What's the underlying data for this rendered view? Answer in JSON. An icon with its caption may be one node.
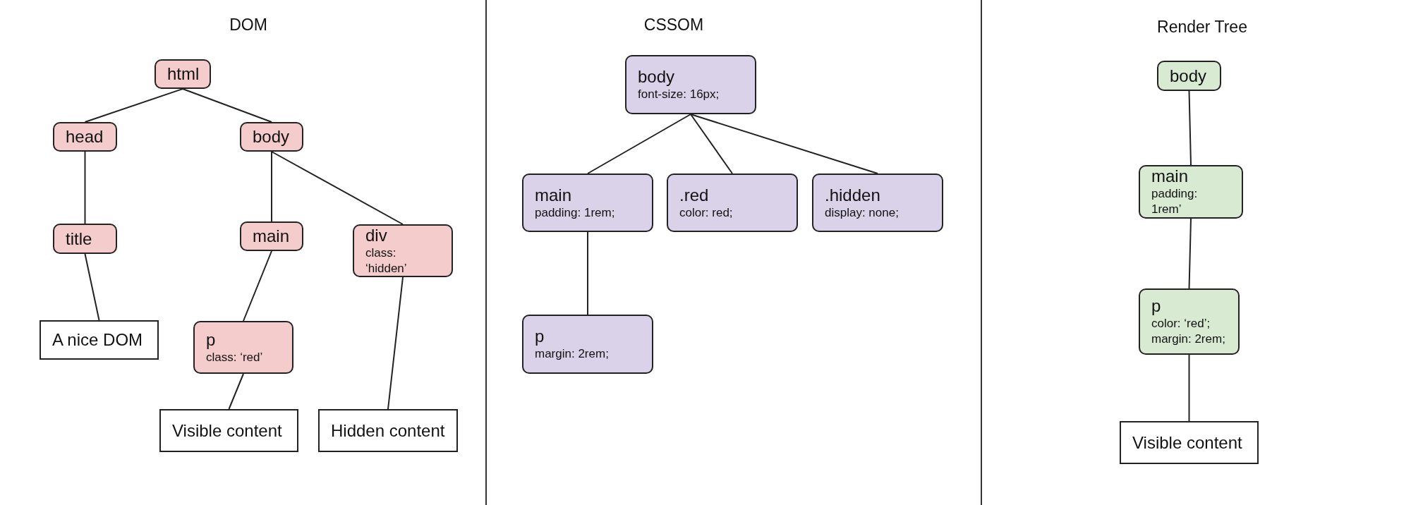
{
  "diagram": {
    "nodes": [
      {
        "text": [
          "html"
        ]
      },
      {
        "text": [
          "head"
        ]
      },
      {
        "text": [
          "body"
        ]
      },
      {
        "text": [
          "title"
        ]
      },
      {
        "text": [
          "main"
        ]
      },
      {
        "text": [
          "div",
          "class: ‘hidden’"
        ]
      },
      {
        "text": [
          "A nice DOM"
        ]
      },
      {
        "text": [
          "p",
          "class: ‘red’"
        ]
      },
      {
        "text": [
          "Visible content"
        ]
      },
      {
        "text": [
          "Hidden content"
        ]
      },
      {
        "text": [
          "body",
          "font-size: 16px;"
        ]
      },
      {
        "text": [
          "main",
          "padding: 1rem;"
        ]
      },
      {
        "text": [
          ".red",
          "color: red;"
        ]
      },
      {
        "text": [
          ".hidden",
          "display: none;"
        ]
      },
      {
        "text": [
          "p",
          "margin: 2rem;"
        ]
      },
      {
        "text": [
          "body"
        ]
      },
      {
        "text": [
          "main",
          "padding: 1rem’"
        ]
      },
      {
        "text": [
          "p",
          "color: ‘red’; margin: 2rem;"
        ]
      },
      {
        "text": [
          "Visible content"
        ]
      }
    ],
    "edges": [
      {
        "from": 0,
        "to": 1,
        "arrow": "none"
      },
      {
        "from": 0,
        "to": 2,
        "arrow": "none"
      },
      {
        "from": 1,
        "to": 3,
        "arrow": "none"
      },
      {
        "from": 2,
        "to": 4,
        "arrow": "none"
      },
      {
        "from": 2,
        "to": 5,
        "arrow": "none"
      },
      {
        "from": 3,
        "to": 6,
        "arrow": "none"
      },
      {
        "from": 4,
        "to": 7,
        "arrow": "none"
      },
      {
        "from": 5,
        "to": 9,
        "arrow": "none"
      },
      {
        "from": 7,
        "to": 8,
        "arrow": "none"
      },
      {
        "from": 10,
        "to": 11,
        "arrow": "none"
      },
      {
        "from": 10,
        "to": 12,
        "arrow": "none"
      },
      {
        "from": 10,
        "to": 13,
        "arrow": "none"
      },
      {
        "from": 11,
        "to": 14,
        "arrow": "none"
      },
      {
        "from": 15,
        "to": 16,
        "arrow": "none"
      },
      {
        "from": 16,
        "to": 17,
        "arrow": "none"
      },
      {
        "from": 17,
        "to": 18,
        "arrow": "none"
      }
    ],
    "labels": [
      "DOM",
      "CSSOM",
      "Render Tree"
    ]
  }
}
